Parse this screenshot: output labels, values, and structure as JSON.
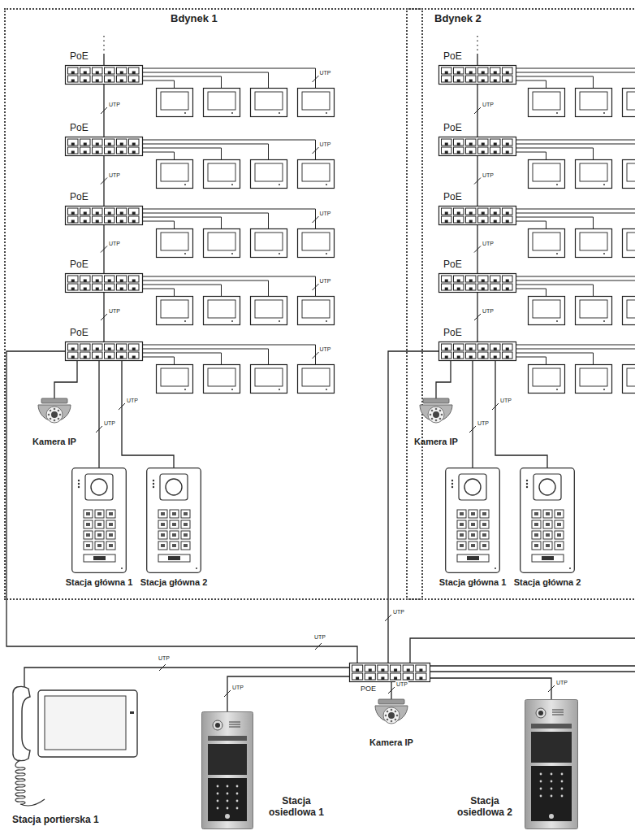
{
  "diagram": {
    "nodes": [
      {
        "text": [
          "Bdynek 1"
        ]
      },
      {
        "text": [
          "PoE"
        ],
        "in": 0
      },
      {
        "text": [
          "PoE"
        ],
        "in": 0
      },
      {
        "text": [
          "PoE"
        ],
        "in": 0
      },
      {
        "text": [
          "PoE"
        ],
        "in": 0
      },
      {
        "text": [
          "PoE"
        ],
        "in": 0
      },
      {
        "text": [
          "Kamera IP"
        ],
        "in": 0
      },
      {
        "text": [
          "Stacja główna 1"
        ],
        "in": 0
      },
      {
        "text": [
          "Stacja główna 2"
        ],
        "in": 0
      },
      {
        "text": [
          "Bdynek 2"
        ]
      },
      {
        "text": [
          "PoE"
        ],
        "in": 9
      },
      {
        "text": [
          "PoE"
        ],
        "in": 9
      },
      {
        "text": [
          "PoE"
        ],
        "in": 9
      },
      {
        "text": [
          "PoE"
        ],
        "in": 9
      },
      {
        "text": [
          "PoE"
        ],
        "in": 9
      },
      {
        "text": [
          "Kamera IP"
        ],
        "in": 9
      },
      {
        "text": [
          "Stacja główna 1"
        ],
        "in": 9
      },
      {
        "text": [
          "Stacja główna 2"
        ],
        "in": 9
      },
      {
        "text": [
          "POE"
        ]
      },
      {
        "text": [
          "Stacja portierska 1"
        ]
      },
      {
        "text": [
          "Stacja osiedlowa 1"
        ]
      },
      {
        "text": [
          "Kamera IP"
        ]
      },
      {
        "text": [
          "Stacja osiedlowa 2"
        ]
      }
    ],
    "edges": [
      {
        "from": 1,
        "to": 2,
        "arrow": "none",
        "label": "UTP"
      },
      {
        "from": 2,
        "to": 3,
        "arrow": "none",
        "label": "UTP"
      },
      {
        "from": 3,
        "to": 4,
        "arrow": "none",
        "label": "UTP"
      },
      {
        "from": 4,
        "to": 5,
        "arrow": "none",
        "label": "UTP"
      },
      {
        "from": 5,
        "to": 6,
        "arrow": "none"
      },
      {
        "from": 5,
        "to": 7,
        "arrow": "none",
        "label": "UTP"
      },
      {
        "from": 5,
        "to": 8,
        "arrow": "none",
        "label": "UTP"
      },
      {
        "from": 10,
        "to": 11,
        "arrow": "none",
        "label": "UTP"
      },
      {
        "from": 11,
        "to": 12,
        "arrow": "none",
        "label": "UTP"
      },
      {
        "from": 12,
        "to": 13,
        "arrow": "none",
        "label": "UTP"
      },
      {
        "from": 13,
        "to": 14,
        "arrow": "none",
        "label": "UTP"
      },
      {
        "from": 14,
        "to": 15,
        "arrow": "none"
      },
      {
        "from": 14,
        "to": 16,
        "arrow": "none",
        "label": "UTP"
      },
      {
        "from": 14,
        "to": 17,
        "arrow": "none",
        "label": "UTP"
      },
      {
        "from": 5,
        "to": 18,
        "arrow": "none",
        "label": "UTP"
      },
      {
        "from": 14,
        "to": 18,
        "arrow": "none",
        "label": "UTP"
      },
      {
        "from": 18,
        "to": 19,
        "arrow": "none",
        "label": "UTP"
      },
      {
        "from": 18,
        "to": 20,
        "arrow": "none",
        "label": "UTP"
      },
      {
        "from": 18,
        "to": 21,
        "arrow": "none",
        "label": "UTP"
      },
      {
        "from": 18,
        "to": 22,
        "arrow": "none",
        "label": "UTP"
      }
    ],
    "labels": [
      "UTP",
      "UTP",
      "UTP",
      "UTP",
      "UTP"
    ]
  }
}
